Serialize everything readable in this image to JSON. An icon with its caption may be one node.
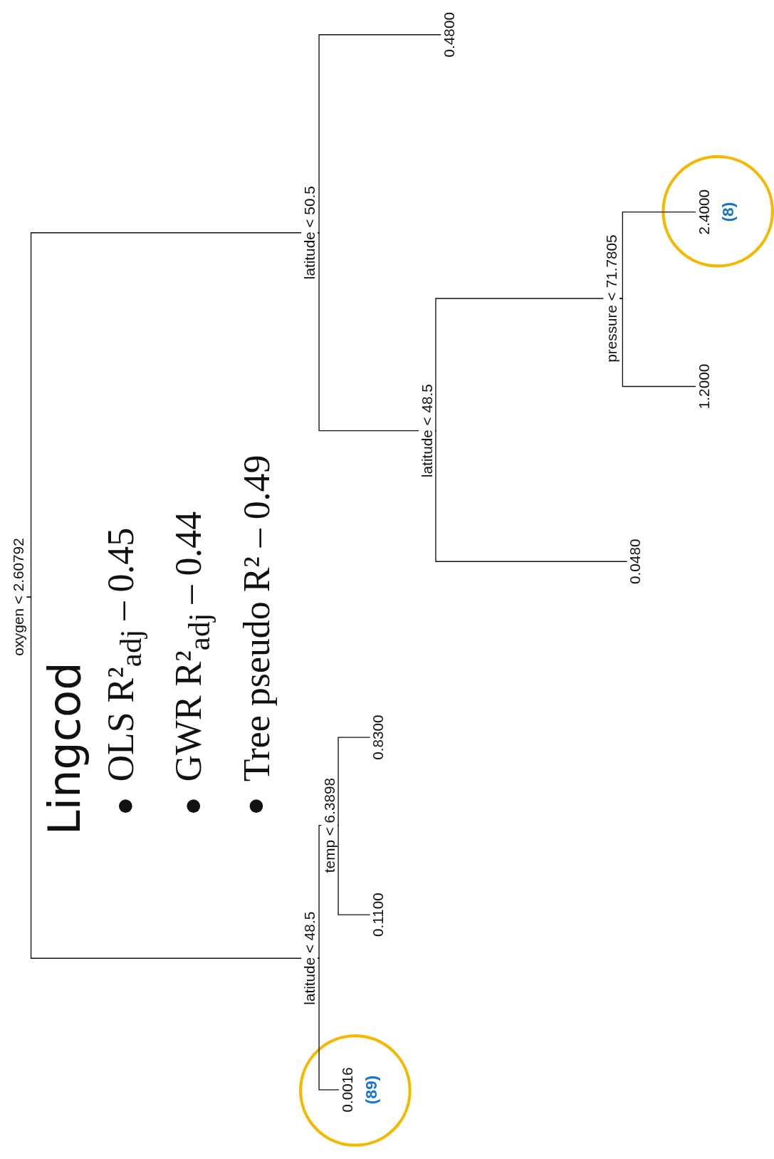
{
  "diagram": {
    "title": "Lingcod",
    "nodes": [
      {
        "text": [
          "oxygen < 2.60792"
        ]
      },
      {
        "text": [
          "latitude < 50.5"
        ]
      },
      {
        "text": [
          "0.4800"
        ]
      },
      {
        "text": [
          "latitude < 48.5"
        ]
      },
      {
        "text": [
          "pressure < 71.7805"
        ]
      },
      {
        "text": [
          "2.4000"
        ],
        "beside": [
          "(8)"
        ]
      },
      {
        "text": [
          "1.2000"
        ]
      },
      {
        "text": [
          "0.0480"
        ]
      },
      {
        "text": [
          "latitude < 48.5"
        ]
      },
      {
        "text": [
          "temp < 6.3898"
        ]
      },
      {
        "text": [
          "0.8300"
        ]
      },
      {
        "text": [
          "0.1100"
        ]
      },
      {
        "text": [
          "0.0016"
        ],
        "beside": [
          "(89)"
        ]
      }
    ],
    "edges": [
      {
        "from": 0,
        "to": 1,
        "arrow": "none"
      },
      {
        "from": 0,
        "to": 8,
        "arrow": "none"
      },
      {
        "from": 1,
        "to": 2,
        "arrow": "none"
      },
      {
        "from": 1,
        "to": 3,
        "arrow": "none"
      },
      {
        "from": 3,
        "to": 4,
        "arrow": "none"
      },
      {
        "from": 3,
        "to": 7,
        "arrow": "none"
      },
      {
        "from": 4,
        "to": 5,
        "arrow": "none"
      },
      {
        "from": 4,
        "to": 6,
        "arrow": "none"
      },
      {
        "from": 8,
        "to": 9,
        "arrow": "none"
      },
      {
        "from": 8,
        "to": 12,
        "arrow": "none"
      },
      {
        "from": 9,
        "to": 10,
        "arrow": "none"
      },
      {
        "from": 9,
        "to": 11,
        "arrow": "none"
      }
    ],
    "labels": [
      "OLS R²$_{adj}$ – 0.45",
      "GWR R²$_{adj}$ – 0.44",
      "Tree pseudo R² – 0.49"
    ]
  }
}
